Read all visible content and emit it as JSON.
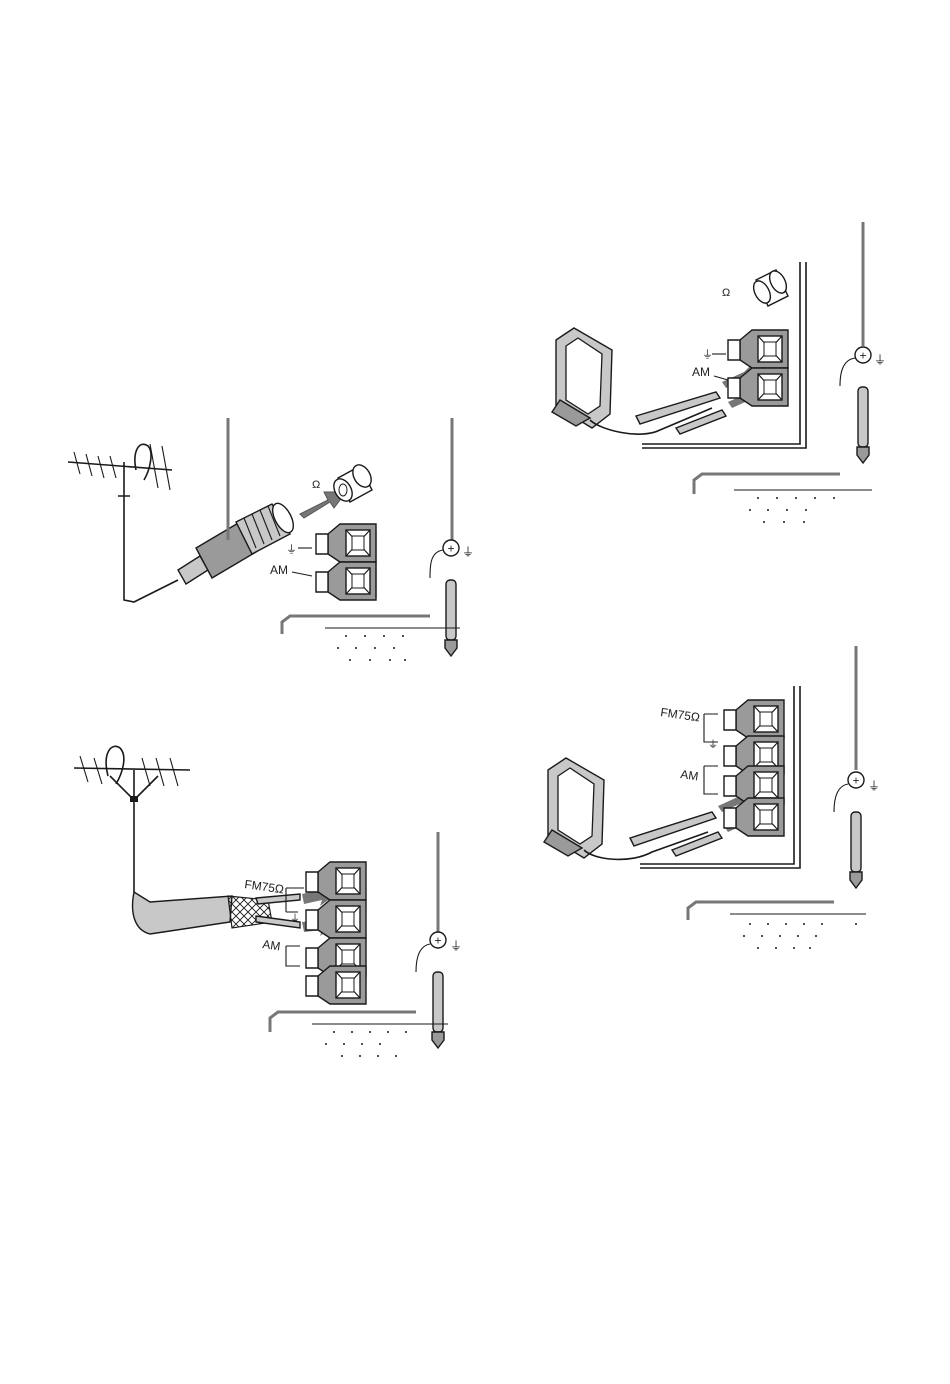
{
  "labels": {
    "am": "AM",
    "fm75": "FM75Ω",
    "ohm": "Ω",
    "ground_symbol": "⏚"
  },
  "figures": [
    {
      "id": "outdoor-fm-coax-plug-connection"
    },
    {
      "id": "indoor-am-loop-connection-top"
    },
    {
      "id": "outdoor-fm-300ohm-feeder-connection"
    },
    {
      "id": "indoor-am-loop-connection-bottom"
    }
  ],
  "colors": {
    "line": "#1a1a1a",
    "terminal": "#9a9a9a",
    "cable": "#c8c8c8",
    "arrow": "#777777"
  }
}
